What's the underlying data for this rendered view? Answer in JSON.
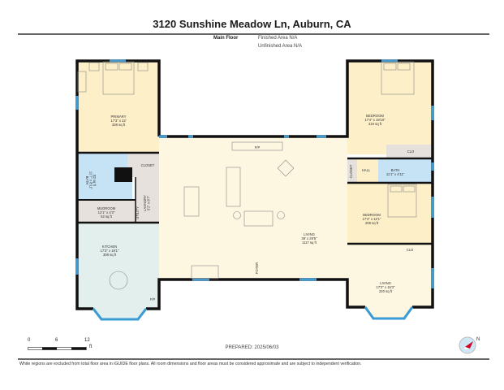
{
  "header": {
    "title": "3120 Sunshine Meadow Ln, Auburn, CA",
    "floor_name": "Main Floor",
    "finished_area": "Finished Area N/A",
    "unfinished_area": "Unfinished Area N/A"
  },
  "rooms": {
    "primary": {
      "name": "PRIMARY",
      "dims": "17'3\" x 22'",
      "area": "338 sq ft"
    },
    "closet_primary": {
      "name": "CLOSET"
    },
    "bath_primary": {
      "name": "BATH",
      "dims": "11'7\" x 8'11\"",
      "area": "82 sq ft"
    },
    "mudroom": {
      "name": "MUDROOM",
      "dims": "12'1\" x 4'3\"",
      "area": "52 sq ft"
    },
    "laundry": {
      "name": "LAUNDRY",
      "dims": "5'2\" x 8'7\""
    },
    "utility": {
      "name": "UTILITY"
    },
    "kitchen": {
      "name": "KITCHEN",
      "dims": "17'3\" x 19'1\"",
      "area": "308 sq ft"
    },
    "kitchen_fp": {
      "name": "F/P"
    },
    "living_main": {
      "name": "LIVING",
      "dims": "38' x 29'5\"",
      "area": "1117 sq ft"
    },
    "living_fp": {
      "name": "F/P"
    },
    "foyer": {
      "name": "FOYER"
    },
    "bedroom1": {
      "name": "BEDROOM",
      "dims": "17'4\" x 19'10\"",
      "area": "319 sq ft"
    },
    "clo1": {
      "name": "CLO"
    },
    "closet_hall": {
      "name": "CLOSET"
    },
    "hall": {
      "name": "HALL"
    },
    "bath2": {
      "name": "BATH",
      "dims": "11'1\" x 4'11\""
    },
    "bedroom2": {
      "name": "BEDROOM",
      "dims": "17'4\" x 12'1\"",
      "area": "208 sq ft"
    },
    "clo2": {
      "name": "CLO"
    },
    "living2": {
      "name": "LIVING",
      "dims": "17'2\" x 15'3\"",
      "area": "220 sq ft"
    }
  },
  "colors": {
    "bedroom": "#fdefc8",
    "living": "#fdf6e1",
    "bath": "#c6e3f6",
    "utility": "#e6e1dc",
    "kitchen": "#e3efec",
    "window": "#3a9bd5",
    "wall": "#111111"
  },
  "scale_bar": {
    "labels": [
      "0",
      "6",
      "12"
    ],
    "unit": "ft"
  },
  "prepared": "PREPARED: 2025/06/03",
  "compass": {
    "label": "N"
  },
  "disclaimer": "White regions are excluded from total floor area in iGUIDE floor plans. All room dimensions and floor areas must be considered approximate and are subject to independent verification."
}
